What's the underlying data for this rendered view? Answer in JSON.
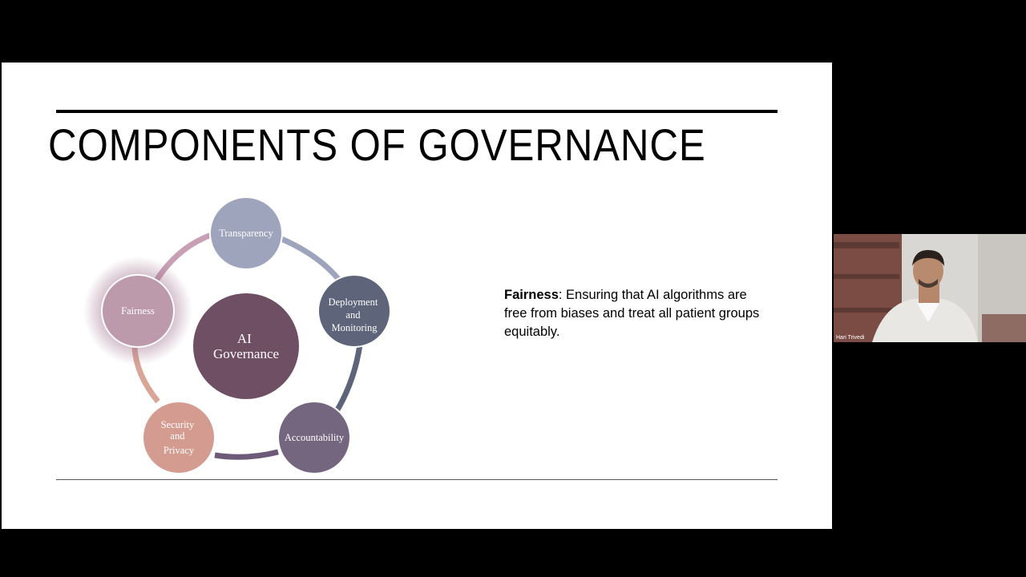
{
  "slide": {
    "title": "COMPONENTS OF GOVERNANCE",
    "diagram": {
      "center": [
        "AI",
        "Governance"
      ],
      "nodes": [
        {
          "id": "transparency",
          "lines": [
            "Transparency"
          ],
          "color": "#9fa4bd"
        },
        {
          "id": "deployment",
          "lines": [
            "Deployment",
            "and",
            "Monitoring"
          ],
          "color": "#5e6479"
        },
        {
          "id": "accountability",
          "lines": [
            "Accountability"
          ],
          "color": "#74667f"
        },
        {
          "id": "security",
          "lines": [
            "Security",
            "and",
            "Privacy"
          ],
          "color": "#d49c90"
        },
        {
          "id": "fairness",
          "lines": [
            "Fairness"
          ],
          "color": "#bd9aab"
        }
      ],
      "center_color": "#6f4f63"
    },
    "description": {
      "term": "Fairness",
      "text": ": Ensuring that AI algorithms are free from biases and treat all patient groups equitably."
    }
  },
  "video": {
    "speaker_name": "Hari Trivedi"
  }
}
